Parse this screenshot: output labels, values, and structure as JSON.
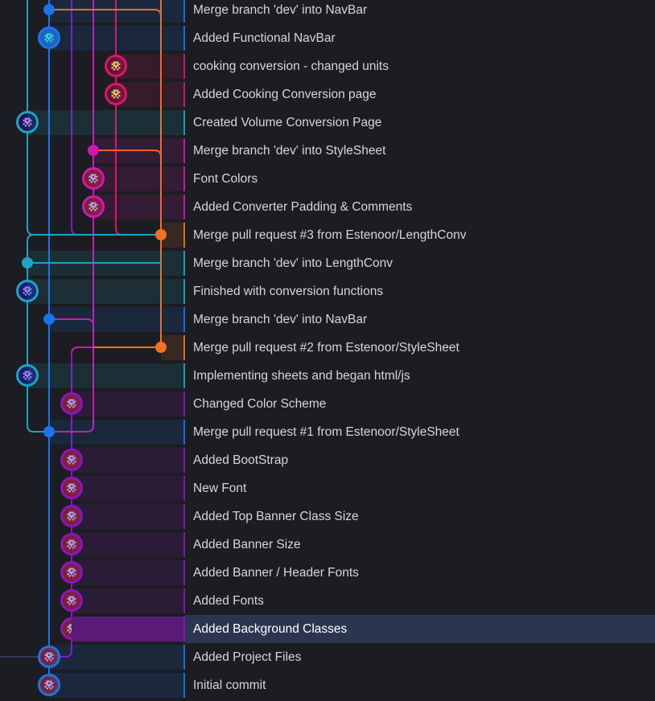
{
  "colors": {
    "blue": "#1a74f0",
    "teal": "#1fa3c4",
    "purple": "#8d14bf",
    "magenta": "#d218b4",
    "pink": "#e0146a",
    "orange": "#f37121",
    "selected_row": "#2b3550"
  },
  "commits": [
    {
      "message": "Merge branch 'dev' into NavBar",
      "lane": "blue",
      "kind": "merge",
      "icon": "merge-dot-icon"
    },
    {
      "message": "Added Functional NavBar",
      "lane": "blue",
      "kind": "avatar",
      "icon": "avatar-teal-pixel-icon"
    },
    {
      "message": "cooking conversion - changed units",
      "lane": "pink",
      "kind": "avatar",
      "icon": "avatar-yellow-pixel-icon"
    },
    {
      "message": "Added Cooking Conversion page",
      "lane": "pink",
      "kind": "avatar",
      "icon": "avatar-yellow-pixel-icon"
    },
    {
      "message": "Created Volume Conversion Page",
      "lane": "teal",
      "kind": "avatar",
      "icon": "avatar-purple-pixel-icon"
    },
    {
      "message": "Merge branch 'dev' into StyleSheet",
      "lane": "magenta",
      "kind": "merge",
      "icon": "merge-dot-icon"
    },
    {
      "message": "Font Colors",
      "lane": "magenta",
      "kind": "avatar",
      "icon": "avatar-lilac-pixel-icon"
    },
    {
      "message": "Added Converter Padding & Comments",
      "lane": "magenta",
      "kind": "avatar",
      "icon": "avatar-lilac-pixel-icon"
    },
    {
      "message": "Merge pull request #3 from Estenoor/LengthConv",
      "lane": "orange",
      "kind": "merge",
      "icon": "merge-dot-icon"
    },
    {
      "message": "Merge branch 'dev' into LengthConv",
      "lane": "teal",
      "kind": "merge",
      "icon": "merge-dot-icon"
    },
    {
      "message": "Finished with conversion functions",
      "lane": "teal",
      "kind": "avatar",
      "icon": "avatar-blue-pixel-icon"
    },
    {
      "message": "Merge branch 'dev' into NavBar",
      "lane": "blue",
      "kind": "merge",
      "icon": "merge-dot-icon"
    },
    {
      "message": "Merge pull request #2 from Estenoor/StyleSheet",
      "lane": "orange",
      "kind": "merge",
      "icon": "merge-dot-icon"
    },
    {
      "message": "Implementing sheets and began html/js",
      "lane": "teal",
      "kind": "avatar",
      "icon": "avatar-blue-pixel-icon"
    },
    {
      "message": "Changed Color Scheme",
      "lane": "purple",
      "kind": "avatar",
      "icon": "avatar-lilac-pixel-icon"
    },
    {
      "message": "Merge pull request #1 from Estenoor/StyleSheet",
      "lane": "blue",
      "kind": "merge",
      "icon": "merge-dot-icon"
    },
    {
      "message": "Added BootStrap",
      "lane": "purple",
      "kind": "avatar",
      "icon": "avatar-lilac-pixel-icon"
    },
    {
      "message": "New Font",
      "lane": "purple",
      "kind": "avatar",
      "icon": "avatar-lilac-pixel-icon"
    },
    {
      "message": "Added Top Banner Class Size",
      "lane": "purple",
      "kind": "avatar",
      "icon": "avatar-lilac-pixel-icon"
    },
    {
      "message": "Added Banner Size",
      "lane": "purple",
      "kind": "avatar",
      "icon": "avatar-lilac-pixel-icon"
    },
    {
      "message": "Added Banner / Header Fonts",
      "lane": "purple",
      "kind": "avatar",
      "icon": "avatar-lilac-pixel-icon"
    },
    {
      "message": "Added Fonts",
      "lane": "purple",
      "kind": "avatar",
      "icon": "avatar-lilac-pixel-icon"
    },
    {
      "message": "Added Background Classes",
      "lane": "purple",
      "kind": "avatar",
      "icon": "avatar-lilac-pixel-icon",
      "selected": true
    },
    {
      "message": "Added Project Files",
      "lane": "blue",
      "kind": "avatar",
      "icon": "avatar-lilac-pixel-icon"
    },
    {
      "message": "Initial commit",
      "lane": "blue",
      "kind": "avatar",
      "icon": "avatar-lilac-pixel-icon"
    }
  ]
}
